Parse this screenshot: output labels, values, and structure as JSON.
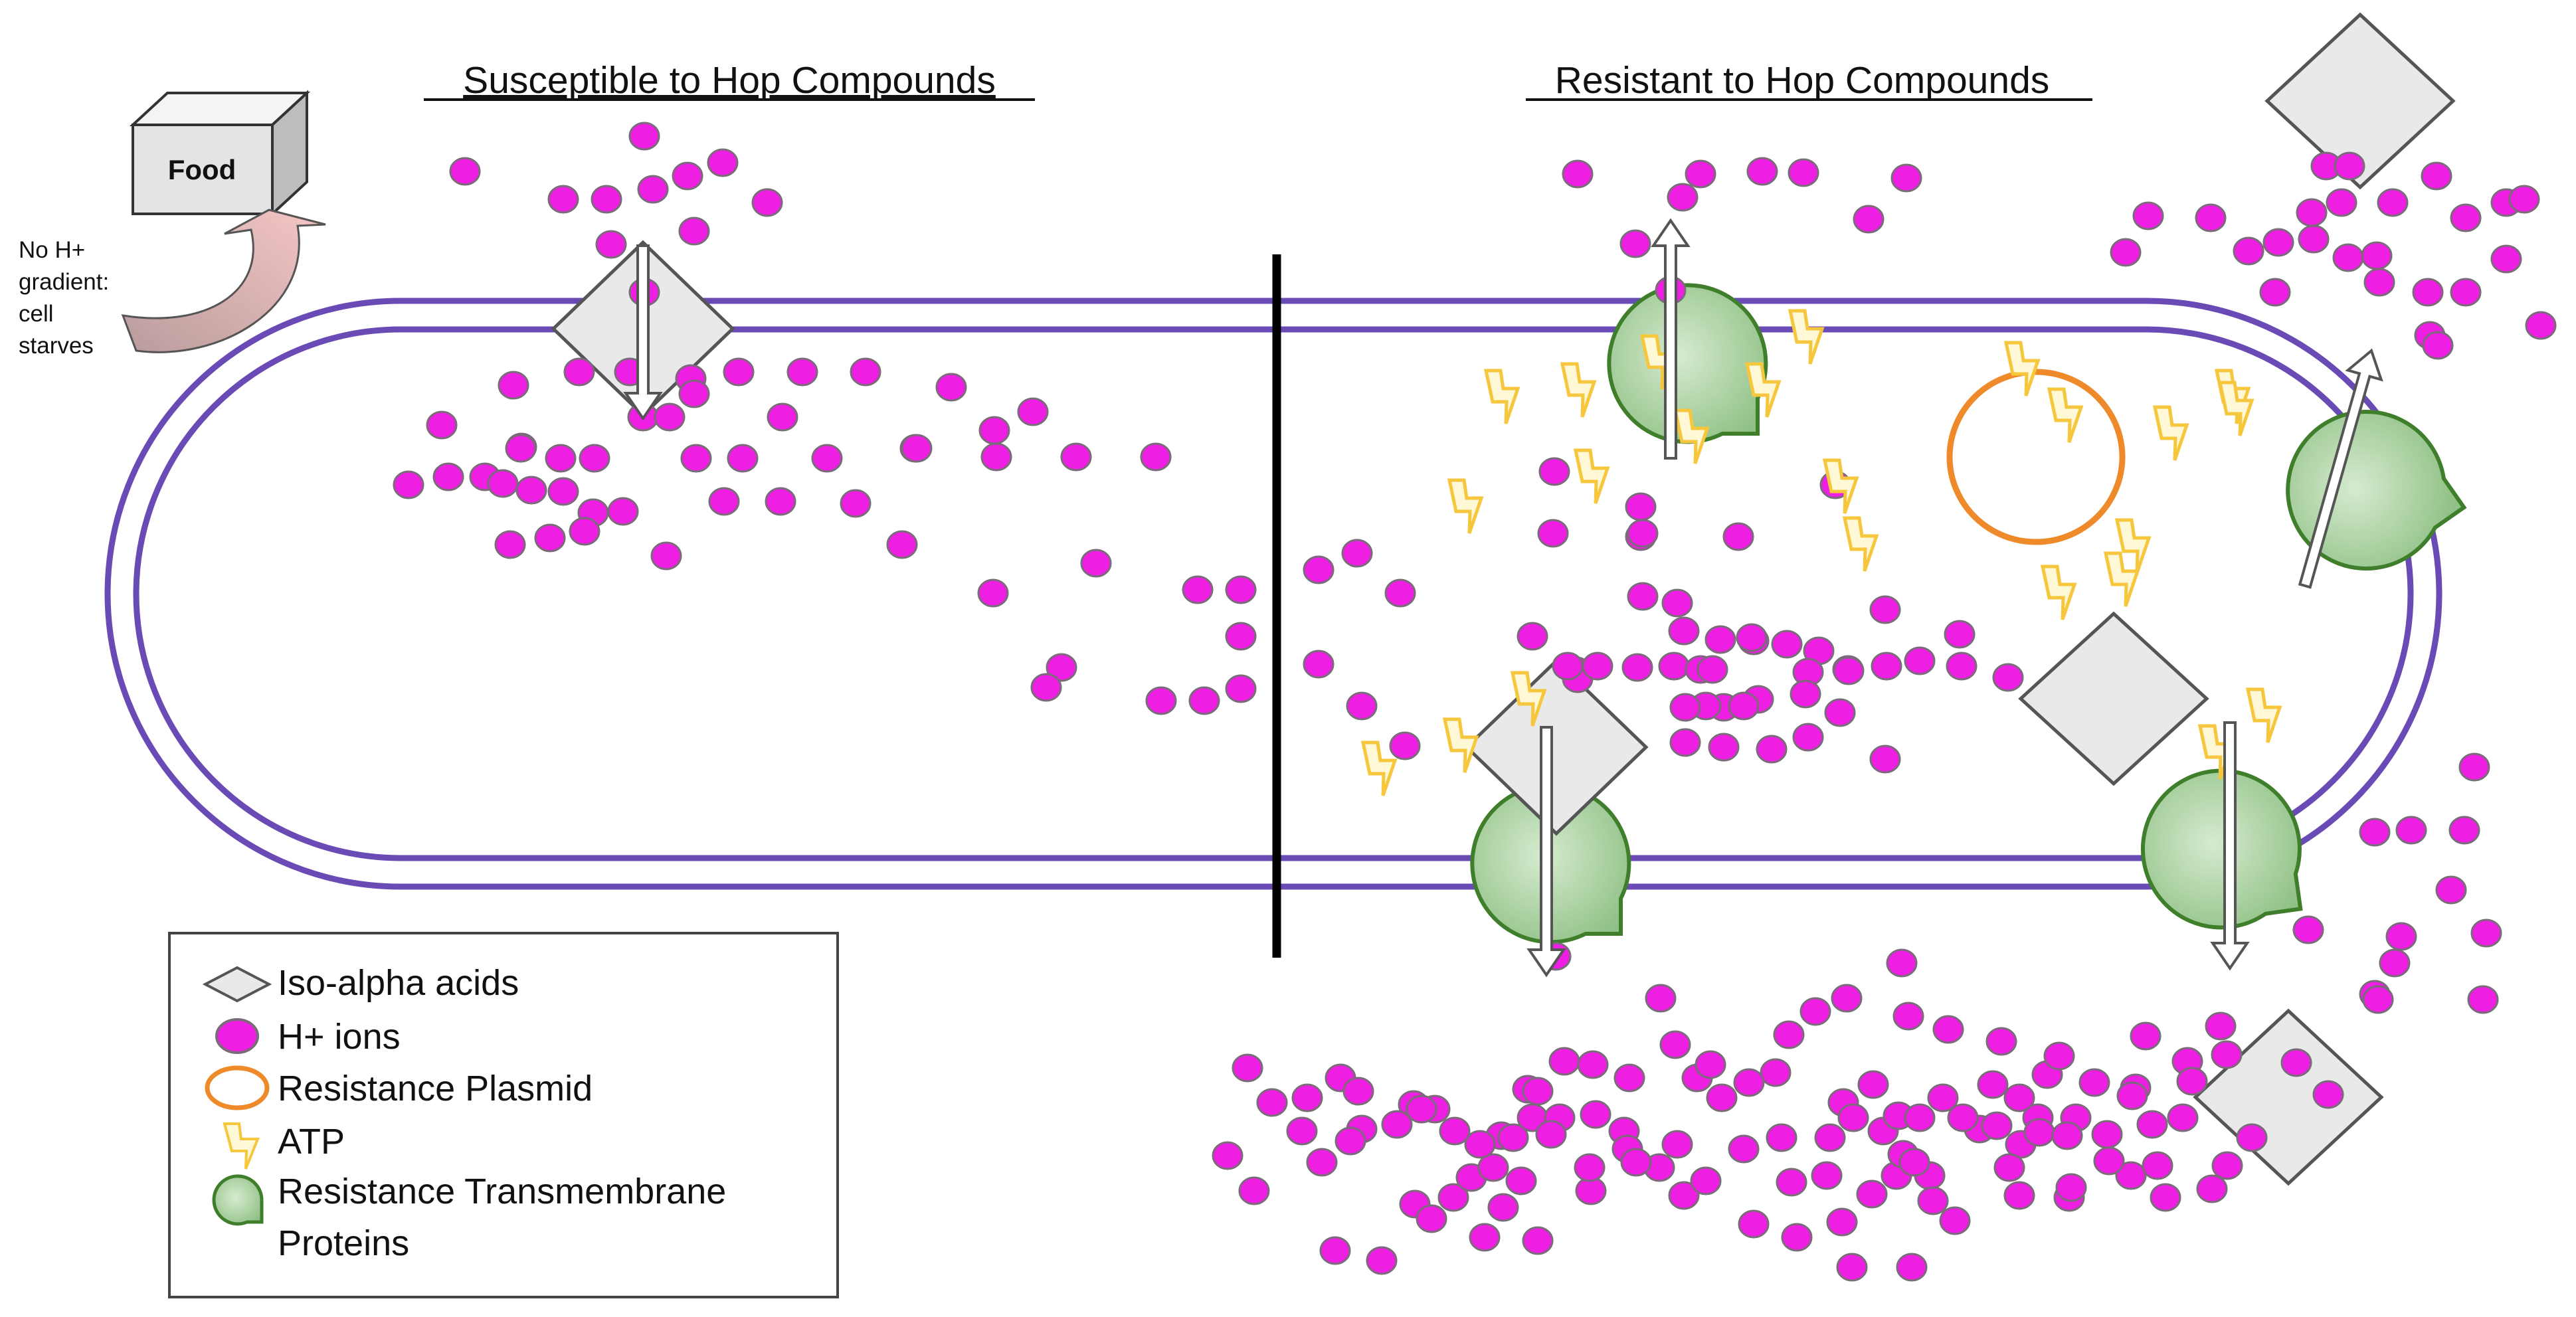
{
  "headings": {
    "susceptible": "Susceptible to Hop Compounds",
    "resistant": "Resistant to Hop Compounds"
  },
  "food": {
    "label": "Food",
    "note_lines": [
      "No H+",
      "gradient:",
      "cell",
      "starves"
    ]
  },
  "legend": {
    "items": [
      {
        "icon": "iso-alpha-acid-icon",
        "lines": [
          "Iso-alpha acids"
        ]
      },
      {
        "icon": "h-ion-icon",
        "lines": [
          "H+ ions"
        ]
      },
      {
        "icon": "plasmid-icon",
        "lines": [
          "Resistance Plasmid"
        ]
      },
      {
        "icon": "atp-icon",
        "lines": [
          "ATP"
        ]
      },
      {
        "icon": "transmembrane-protein-icon",
        "lines": [
          "Resistance Transmembrane",
          "Proteins"
        ]
      }
    ]
  },
  "colors": {
    "membrane": "#6a4bb6",
    "h_ion": "#ee1fe2",
    "iso_alpha": "#e9e9e9",
    "plasmid": "#ee8a2a",
    "atp": "#f6c63c",
    "protein_fill": "#a9cfa1",
    "protein_stroke": "#3f7f2c",
    "food_arrow": "#e9b2b2"
  }
}
